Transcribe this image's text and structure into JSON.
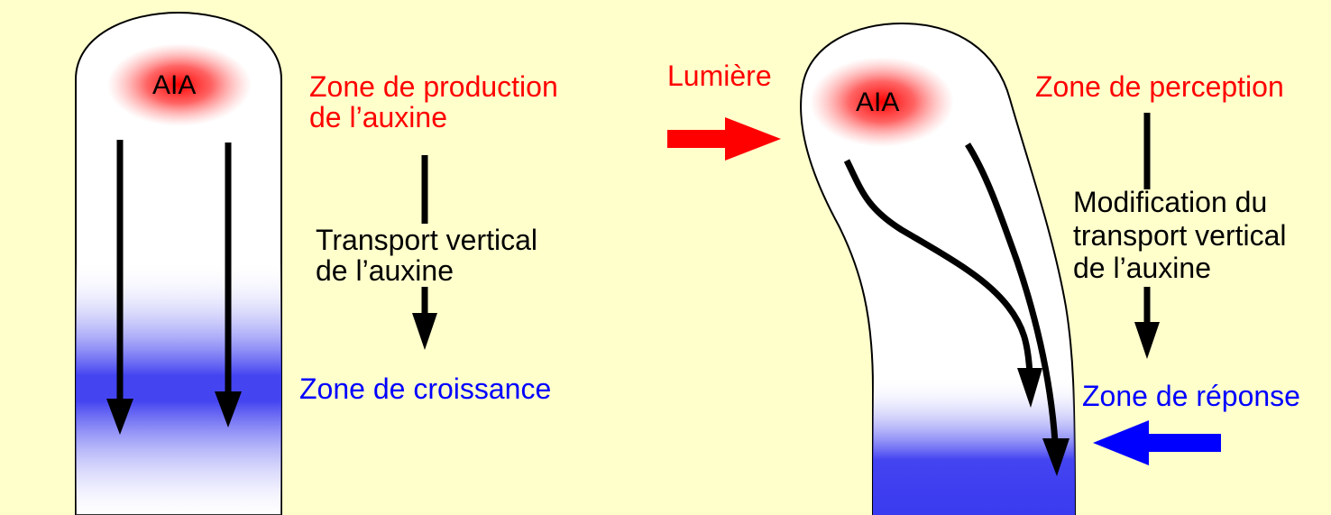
{
  "colors": {
    "background": "#FFFFCC",
    "production_perception": "#FF0000",
    "growth_response": "#0000FF",
    "transport": "#000000"
  },
  "left_diagram": {
    "tip_label": "AIA",
    "production_line1": "Zone de production",
    "production_line2": "de l’auxine",
    "transport_line1": "Transport vertical",
    "transport_line2": "de l’auxine",
    "growth_label": "Zone de croissance"
  },
  "right_diagram": {
    "light_label": "Lumière",
    "tip_label": "AIA",
    "perception_label": "Zone de perception",
    "modification_line1": "Modification du",
    "modification_line2": "transport vertical",
    "modification_line3": "de l’auxine",
    "response_label": "Zone de réponse"
  }
}
